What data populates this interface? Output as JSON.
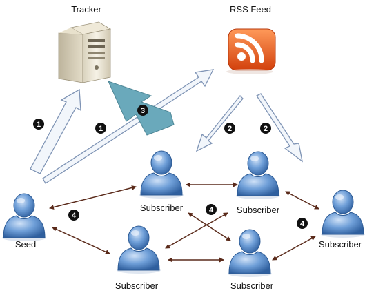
{
  "nodes": {
    "tracker": {
      "label": "Tracker"
    },
    "rss": {
      "label": "RSS Feed"
    },
    "seed": {
      "label": "Seed"
    },
    "sub1": {
      "label": "Subscriber"
    },
    "sub2": {
      "label": "Subscriber"
    },
    "sub3": {
      "label": "Subscriber"
    },
    "sub4": {
      "label": "Subscriber"
    },
    "sub5": {
      "label": "Subscriber"
    }
  },
  "steps": {
    "step1a": "1",
    "step1b": "1",
    "step2a": "2",
    "step2b": "2",
    "step3": "3",
    "step4a": "4",
    "step4b": "4",
    "step4c": "4"
  },
  "colors": {
    "person_fill": "#5b8fd0",
    "hollow_arrow_fill": "#f2f6fb",
    "hollow_arrow_stroke": "#7f94b5",
    "teal_arrow": "#6aa9bb",
    "peer_link": "#5a2a1a",
    "rss_orange": "#e8541a",
    "server_body": "#ece6d2"
  },
  "icons": {
    "tracker": "server-icon",
    "rss": "rss-icon",
    "person": "person-icon"
  }
}
